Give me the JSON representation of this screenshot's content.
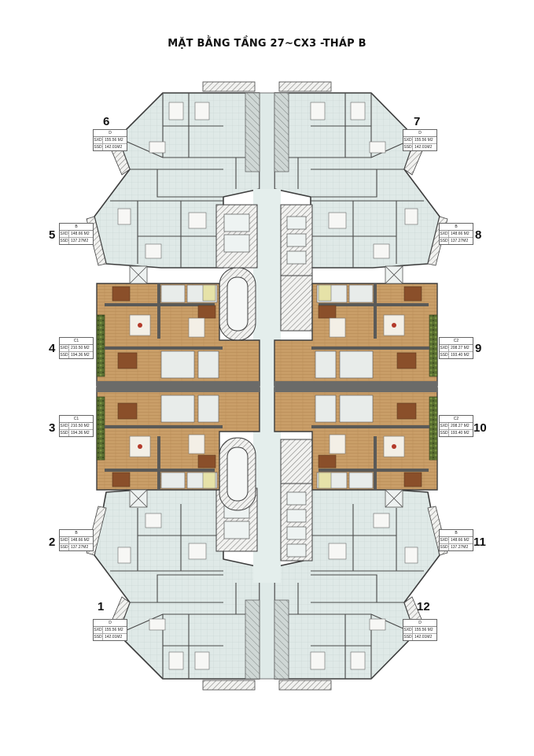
{
  "title": "MẶT BẰNG TẦNG 27~CX3 -THÁP B",
  "colors": {
    "outer_unit": "#dde8e6",
    "corridor": "#e1ecea",
    "wood_floor": "#c9a06a",
    "wall": "#50504e",
    "green": "#556b2f"
  },
  "units": [
    {
      "num": "1",
      "type": "D",
      "sxd": "155.56 M2",
      "ssd": "142.01M2"
    },
    {
      "num": "2",
      "type": "B",
      "sxd": "148.66 M2",
      "ssd": "137.27M2"
    },
    {
      "num": "3",
      "type": "C1",
      "sxd": "210.50 M2",
      "ssd": "194.36 M2"
    },
    {
      "num": "4",
      "type": "C1",
      "sxd": "210.50 M2",
      "ssd": "194.36 M2"
    },
    {
      "num": "5",
      "type": "B",
      "sxd": "148.66 M2",
      "ssd": "137.27M2"
    },
    {
      "num": "6",
      "type": "D",
      "sxd": "155.56 M2",
      "ssd": "142.01M2"
    },
    {
      "num": "7",
      "type": "D",
      "sxd": "155.56 M2",
      "ssd": "142.01M2"
    },
    {
      "num": "8",
      "type": "B",
      "sxd": "148.66 M2",
      "ssd": "137.27M2"
    },
    {
      "num": "9",
      "type": "C2",
      "sxd": "208.27 M2",
      "ssd": "193.40 M2"
    },
    {
      "num": "10",
      "type": "C2",
      "sxd": "208.27 M2",
      "ssd": "193.40 M2"
    },
    {
      "num": "11",
      "type": "B",
      "sxd": "148.66 M2",
      "ssd": "137.27M2"
    },
    {
      "num": "12",
      "type": "D",
      "sxd": "155.56 M2",
      "ssd": "142.01M2"
    }
  ],
  "labels": {
    "sxd": "SXD",
    "ssd": "SSD"
  }
}
